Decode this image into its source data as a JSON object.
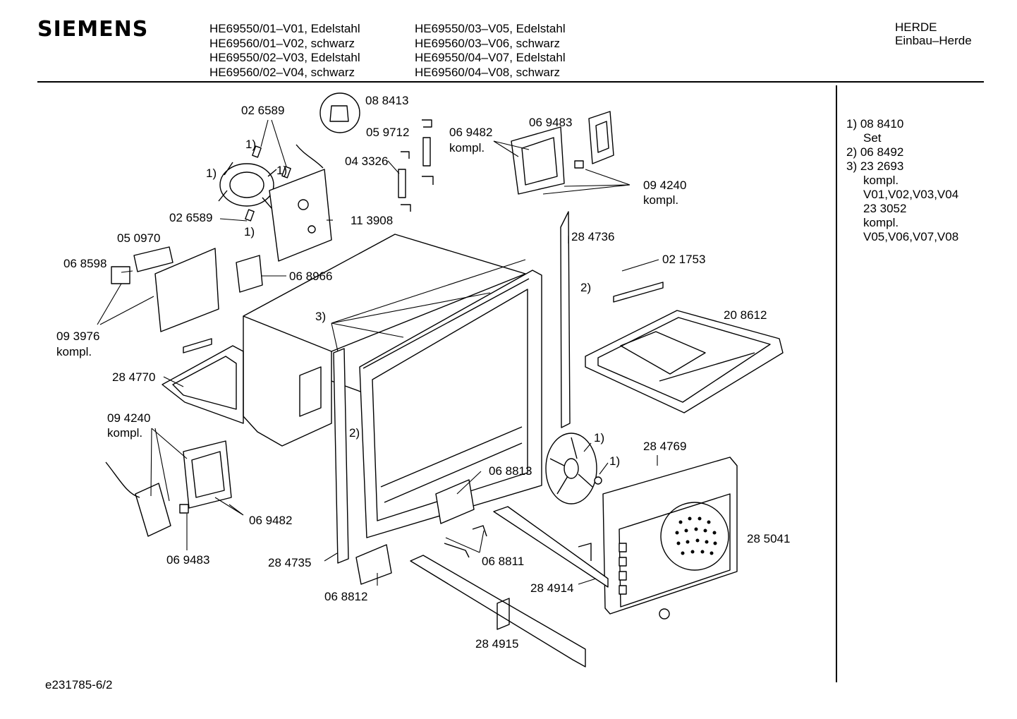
{
  "brand": "SIEMENS",
  "models": {
    "col1": [
      "HE69550/01–V01, Edelstahl",
      "HE69560/01–V02, schwarz",
      "HE69550/02–V03, Edelstahl",
      "HE69560/02–V04, schwarz"
    ],
    "col2": [
      "HE69550/03–V05, Edelstahl",
      "HE69560/03–V06, schwarz",
      "HE69550/04–V07, Edelstahl",
      "HE69560/04–V08, schwarz"
    ]
  },
  "category": {
    "line1": "HERDE",
    "line2": "Einbau–Herde"
  },
  "notes": [
    "1) 08 8410",
    "Set",
    "2) 06 8492",
    "3) 23 2693",
    "kompl.",
    "V01,V02,V03,V04",
    "23 3052",
    "kompl.",
    "V05,V06,V07,V08"
  ],
  "labels": {
    "l_088413": "08 8413",
    "l_026589_top": "02 6589",
    "l_059712": "05 9712",
    "l_069482_top": "06 9482",
    "l_kompl_a": "kompl.",
    "l_069483_top": "06 9483",
    "l_043326": "04 3326",
    "l_094240_top": "09 4240",
    "l_kompl_b": "kompl.",
    "l_note1_a": "1)",
    "l_note1_b": "1)",
    "l_note1_c": "1)",
    "l_note1_d": "1)",
    "l_026589_mid": "02 6589",
    "l_113908": "11 3908",
    "l_284736": "28 4736",
    "l_050970": "05 0970",
    "l_068598": "06 8598",
    "l_068966": "06 8966",
    "l_021753": "02 1753",
    "l_note2_a": "2)",
    "l_note3": "3)",
    "l_208612": "20 8612",
    "l_093976": "09 3976",
    "l_kompl_c": "kompl.",
    "l_284770": "28 4770",
    "l_094240_bot": "09 4240",
    "l_kompl_d": "kompl.",
    "l_note2_b": "2)",
    "l_note1_e": "1)",
    "l_note1_f": "1)",
    "l_284769": "28 4769",
    "l_068813": "06 8813",
    "l_069482_bot": "06 9482",
    "l_285041": "28 5041",
    "l_069483_bot": "06 9483",
    "l_284735": "28 4735",
    "l_068811": "06 8811",
    "l_284914": "28 4914",
    "l_068812": "06 8812",
    "l_284915": "28 4915"
  },
  "doc_id": "e231785-6/2"
}
